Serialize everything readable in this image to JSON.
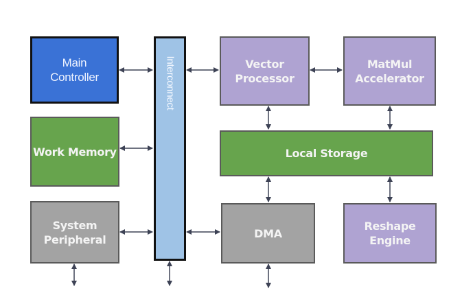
{
  "diagram": {
    "blocks": [
      {
        "id": "main-controller",
        "label_lines": [
          "Main",
          "Controller"
        ],
        "color": "#3a72d6"
      },
      {
        "id": "work-memory",
        "label_lines": [
          "Work Memory"
        ],
        "color": "#67a44d"
      },
      {
        "id": "system-peripheral",
        "label_lines": [
          "System",
          "Peripheral"
        ],
        "color": "#a3a3a3"
      },
      {
        "id": "interconnect",
        "label_lines": [
          "Interconnect"
        ],
        "color": "#9fc3e6"
      },
      {
        "id": "vector-processor",
        "label_lines": [
          "Vector",
          "Processor"
        ],
        "color": "#afa3d2"
      },
      {
        "id": "matmul-accelerator",
        "label_lines": [
          "MatMul",
          "Accelerator"
        ],
        "color": "#afa3d2"
      },
      {
        "id": "local-storage",
        "label_lines": [
          "Local Storage"
        ],
        "color": "#67a44d"
      },
      {
        "id": "dma",
        "label_lines": [
          "DMA"
        ],
        "color": "#a3a3a3"
      },
      {
        "id": "reshape-engine",
        "label_lines": [
          "Reshape",
          "Engine"
        ],
        "color": "#afa3d2"
      }
    ],
    "connections": [
      {
        "from": "main-controller",
        "to": "interconnect",
        "direction": "bidirectional"
      },
      {
        "from": "work-memory",
        "to": "interconnect",
        "direction": "bidirectional"
      },
      {
        "from": "system-peripheral",
        "to": "interconnect",
        "direction": "bidirectional"
      },
      {
        "from": "interconnect",
        "to": "vector-processor",
        "direction": "bidirectional"
      },
      {
        "from": "interconnect",
        "to": "dma",
        "direction": "bidirectional"
      },
      {
        "from": "vector-processor",
        "to": "matmul-accelerator",
        "direction": "bidirectional"
      },
      {
        "from": "vector-processor",
        "to": "local-storage",
        "direction": "bidirectional"
      },
      {
        "from": "matmul-accelerator",
        "to": "local-storage",
        "direction": "bidirectional"
      },
      {
        "from": "local-storage",
        "to": "dma",
        "direction": "bidirectional"
      },
      {
        "from": "local-storage",
        "to": "reshape-engine",
        "direction": "bidirectional"
      },
      {
        "from": "system-peripheral",
        "to": "external",
        "direction": "bidirectional"
      },
      {
        "from": "interconnect",
        "to": "external",
        "direction": "bidirectional"
      },
      {
        "from": "dma",
        "to": "external",
        "direction": "bidirectional"
      }
    ],
    "arrow_color": "#3d4255"
  }
}
